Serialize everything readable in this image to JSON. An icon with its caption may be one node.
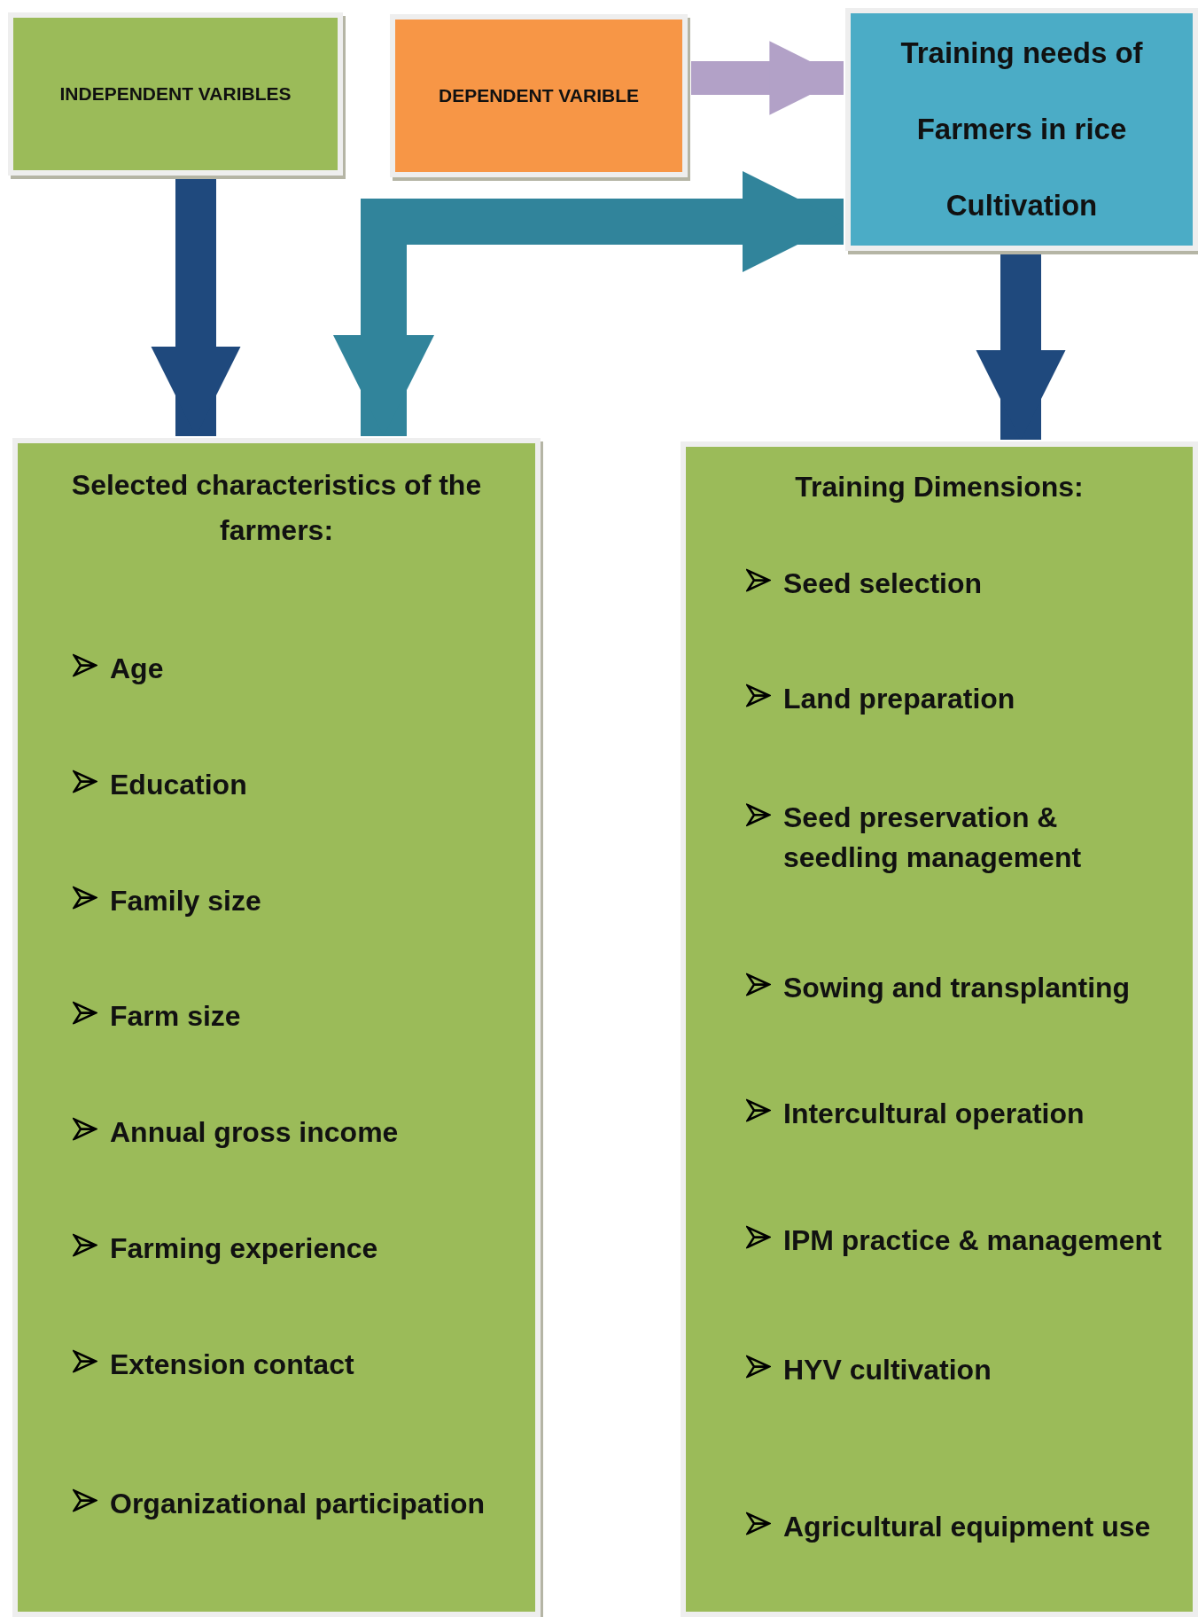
{
  "diagram": {
    "nodes": [
      {
        "text": [
          "INDEPENDENT VARIBLES"
        ]
      },
      {
        "text": [
          "DEPENDENT VARIBLE"
        ]
      },
      {
        "text": [
          "Training needs of Farmers in rice Cultivation"
        ]
      },
      {
        "text": [
          "Selected characteristics of the farmers:",
          "Age",
          "Education",
          "Family size",
          "Farm size",
          "Annual gross income",
          "Farming experience",
          "Extension contact",
          "Organizational participation"
        ]
      },
      {
        "text": [
          "Training Dimensions:",
          "Seed selection",
          "Land preparation",
          "Seed preservation & seedling management",
          "Sowing and transplanting",
          "Intercultural operation",
          "IPM practice & management",
          "HYV cultivation",
          "Agricultural equipment use"
        ]
      }
    ],
    "edges": [
      {
        "from": 0,
        "to": 3,
        "arrow": "to"
      },
      {
        "from": 1,
        "to": 2,
        "arrow": "to",
        "color": "#b2a1c7"
      },
      {
        "from": 2,
        "to": 3,
        "arrow": "both",
        "color": "#31849b"
      },
      {
        "from": 2,
        "to": 4,
        "arrow": "to"
      }
    ]
  }
}
